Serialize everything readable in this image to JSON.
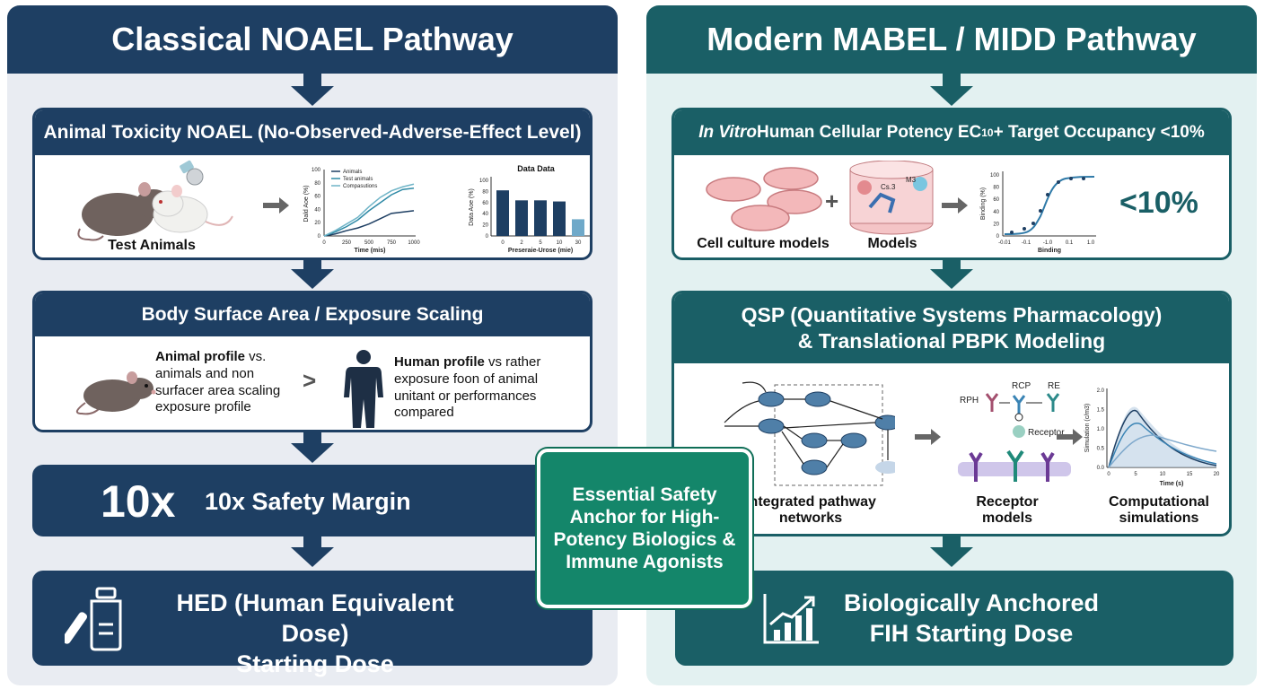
{
  "left": {
    "title": "Classical NOAEL Pathway",
    "step1": {
      "title": "Animal Toxicity NOAEL (No-Observed-Adverse-Effect Level)",
      "animals_label": "Test Animals",
      "line_chart": {
        "ylabel": "Dald Aoe (%)",
        "xlabel": "Time (mis)",
        "legend": [
          "Animals",
          "Test animals",
          "Compasutions"
        ],
        "x_ticks": [
          "0",
          "250",
          "500",
          "750",
          "1000"
        ],
        "y_ticks": [
          "0",
          "20",
          "40",
          "60",
          "80",
          "100"
        ]
      },
      "bar_chart": {
        "title": "Data Data",
        "ylabel": "Data Aoe (%)",
        "xlabel": "Preseraie-Urose (mie)",
        "categories": [
          "0",
          "2",
          "5",
          "10",
          "30"
        ],
        "y_ticks": [
          "0",
          "20",
          "40",
          "60",
          "80",
          "100"
        ]
      }
    },
    "step2": {
      "title": "Body Surface Area / Exposure Scaling",
      "animal_bold": "Animal profile",
      "animal_text_1": " vs.",
      "animal_text_2": "animals and non",
      "animal_text_3": "surfacer area scaling",
      "animal_text_4": "exposure profile",
      "compare": ">",
      "human_bold": "Human profile",
      "human_text_1": " vs rather",
      "human_text_2": "exposure foon of animal",
      "human_text_3": "unitant or performances",
      "human_text_4": "compared"
    },
    "step3": {
      "big": "10x",
      "label": "10x Safety Margin"
    },
    "step4": {
      "line1": "HED (Human Equivalent Dose)",
      "line2": "Starting Dose"
    }
  },
  "right": {
    "title": "Modern MABEL / MIDD Pathway",
    "step1": {
      "title_italic": "In Vitro",
      "title_rest": " Human Cellular Potency EC",
      "title_sub": "10",
      "title_end": " + Target Occupancy <10%",
      "cell_label": "Cell culture models",
      "plus": "+",
      "models_label": "Models",
      "molecule_a": "Cs.3",
      "molecule_b": "M3",
      "binding_ylabel": "Binding (%)",
      "binding_xlabel": "Binding",
      "binding_x_ticks": [
        "-0.01",
        "-0.1",
        "-1.0",
        "0.1",
        "1.0"
      ],
      "binding_y_ticks": [
        "0",
        "20",
        "40",
        "60",
        "80",
        "100"
      ],
      "big_value": "<10%"
    },
    "step2": {
      "title_line1": "QSP (Quantitative Systems Pharmacology)",
      "title_line2": "& Translational PBPK Modeling",
      "network_label_1": "Integrated pathway",
      "network_label_2": "networks",
      "receptor_label_1": "Receptor",
      "receptor_label_2": "models",
      "receptor_rph": "RPH",
      "receptor_rcp": "RCP",
      "receptor_re": "RE",
      "receptor_name": "Receptor",
      "sim_label_1": "Computational",
      "sim_label_2": "simulations",
      "sim_ylabel": "Simulation (c/m3)",
      "sim_xlabel": "Time (s)",
      "sim_x_ticks": [
        "0",
        "5",
        "10",
        "15",
        "20"
      ],
      "sim_y_ticks": [
        "0.0",
        "0.5",
        "1.0",
        "1.5",
        "2.0"
      ]
    },
    "step3": {
      "line1": "Biologically Anchored",
      "line2": "FIH Starting Dose"
    }
  },
  "anchor": {
    "text": "Essential Safety Anchor for High-Potency Biologics & Immune Agonists"
  },
  "colors": {
    "navy": "#1e3f63",
    "teal": "#1a5f66",
    "green": "#14866a"
  }
}
